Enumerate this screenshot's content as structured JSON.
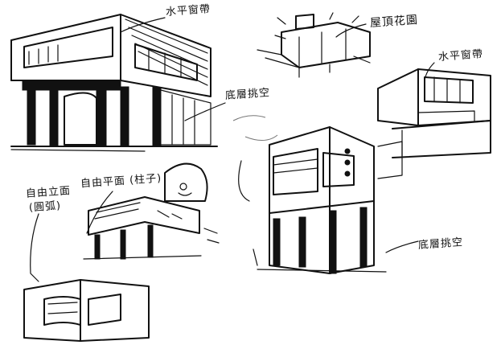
{
  "labels": {
    "horizontal_window_band_top": "水平窗帶",
    "roof_garden": "屋頂花園",
    "ground_pilotis_left": "底層挑空",
    "horizontal_window_band_right": "水平窗帶",
    "free_facade": "自由立面",
    "free_facade_note": "(圓弧)",
    "free_plan": "自由平面 (柱子)",
    "ground_pilotis_right": "底層挑空"
  },
  "colors": {
    "ink": "#111111",
    "paper": "#ffffff"
  }
}
